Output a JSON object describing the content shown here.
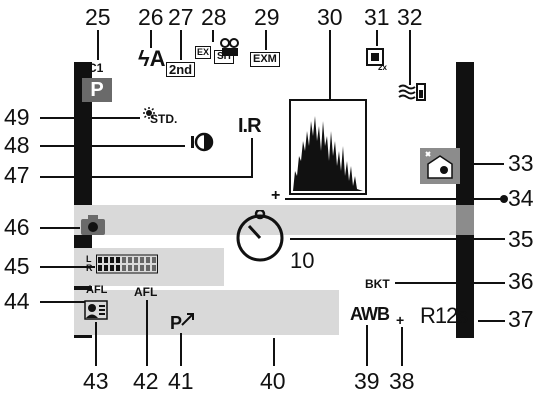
{
  "callouts": {
    "n25": "25",
    "n26": "26",
    "n27": "27",
    "n28": "28",
    "n29": "29",
    "n30": "30",
    "n31": "31",
    "n32": "32",
    "n33": "33",
    "n34": "34",
    "n35": "35",
    "n36": "36",
    "n37": "37",
    "n38": "38",
    "n39": "39",
    "n40": "40",
    "n41": "41",
    "n42": "42",
    "n43": "43",
    "n44": "44",
    "n45": "45",
    "n46": "46",
    "n47": "47",
    "n48": "48",
    "n49": "49"
  },
  "indicators": {
    "custom_set": "C1",
    "mode": "P",
    "flash": "ϟA",
    "second_curtain": "2nd",
    "ex_tele": "EX",
    "burst_sh": "SH",
    "ex_m": "EXM",
    "photo_style": "STD.",
    "i_resolution": "I.R",
    "self_timer_count": "10",
    "bracket": "BKT",
    "remaining": "R12s",
    "awb": "AWB",
    "afl": "AFL",
    "afl2": "AFL",
    "l_r": "L R",
    "p_shift": "P"
  },
  "colors": {
    "monitor_black": "#111111",
    "band_grey": "#d9d9d9",
    "mode_badge": "#6a6a6a",
    "icon_grey": "#8c8c8c"
  }
}
